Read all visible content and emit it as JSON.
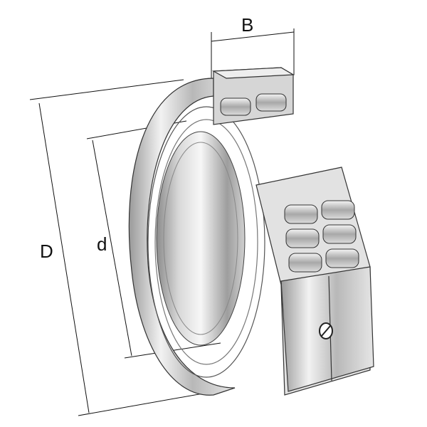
{
  "diagram": {
    "labels": {
      "width": "B",
      "outer_diameter": "D",
      "bore_diameter": "d"
    }
  }
}
